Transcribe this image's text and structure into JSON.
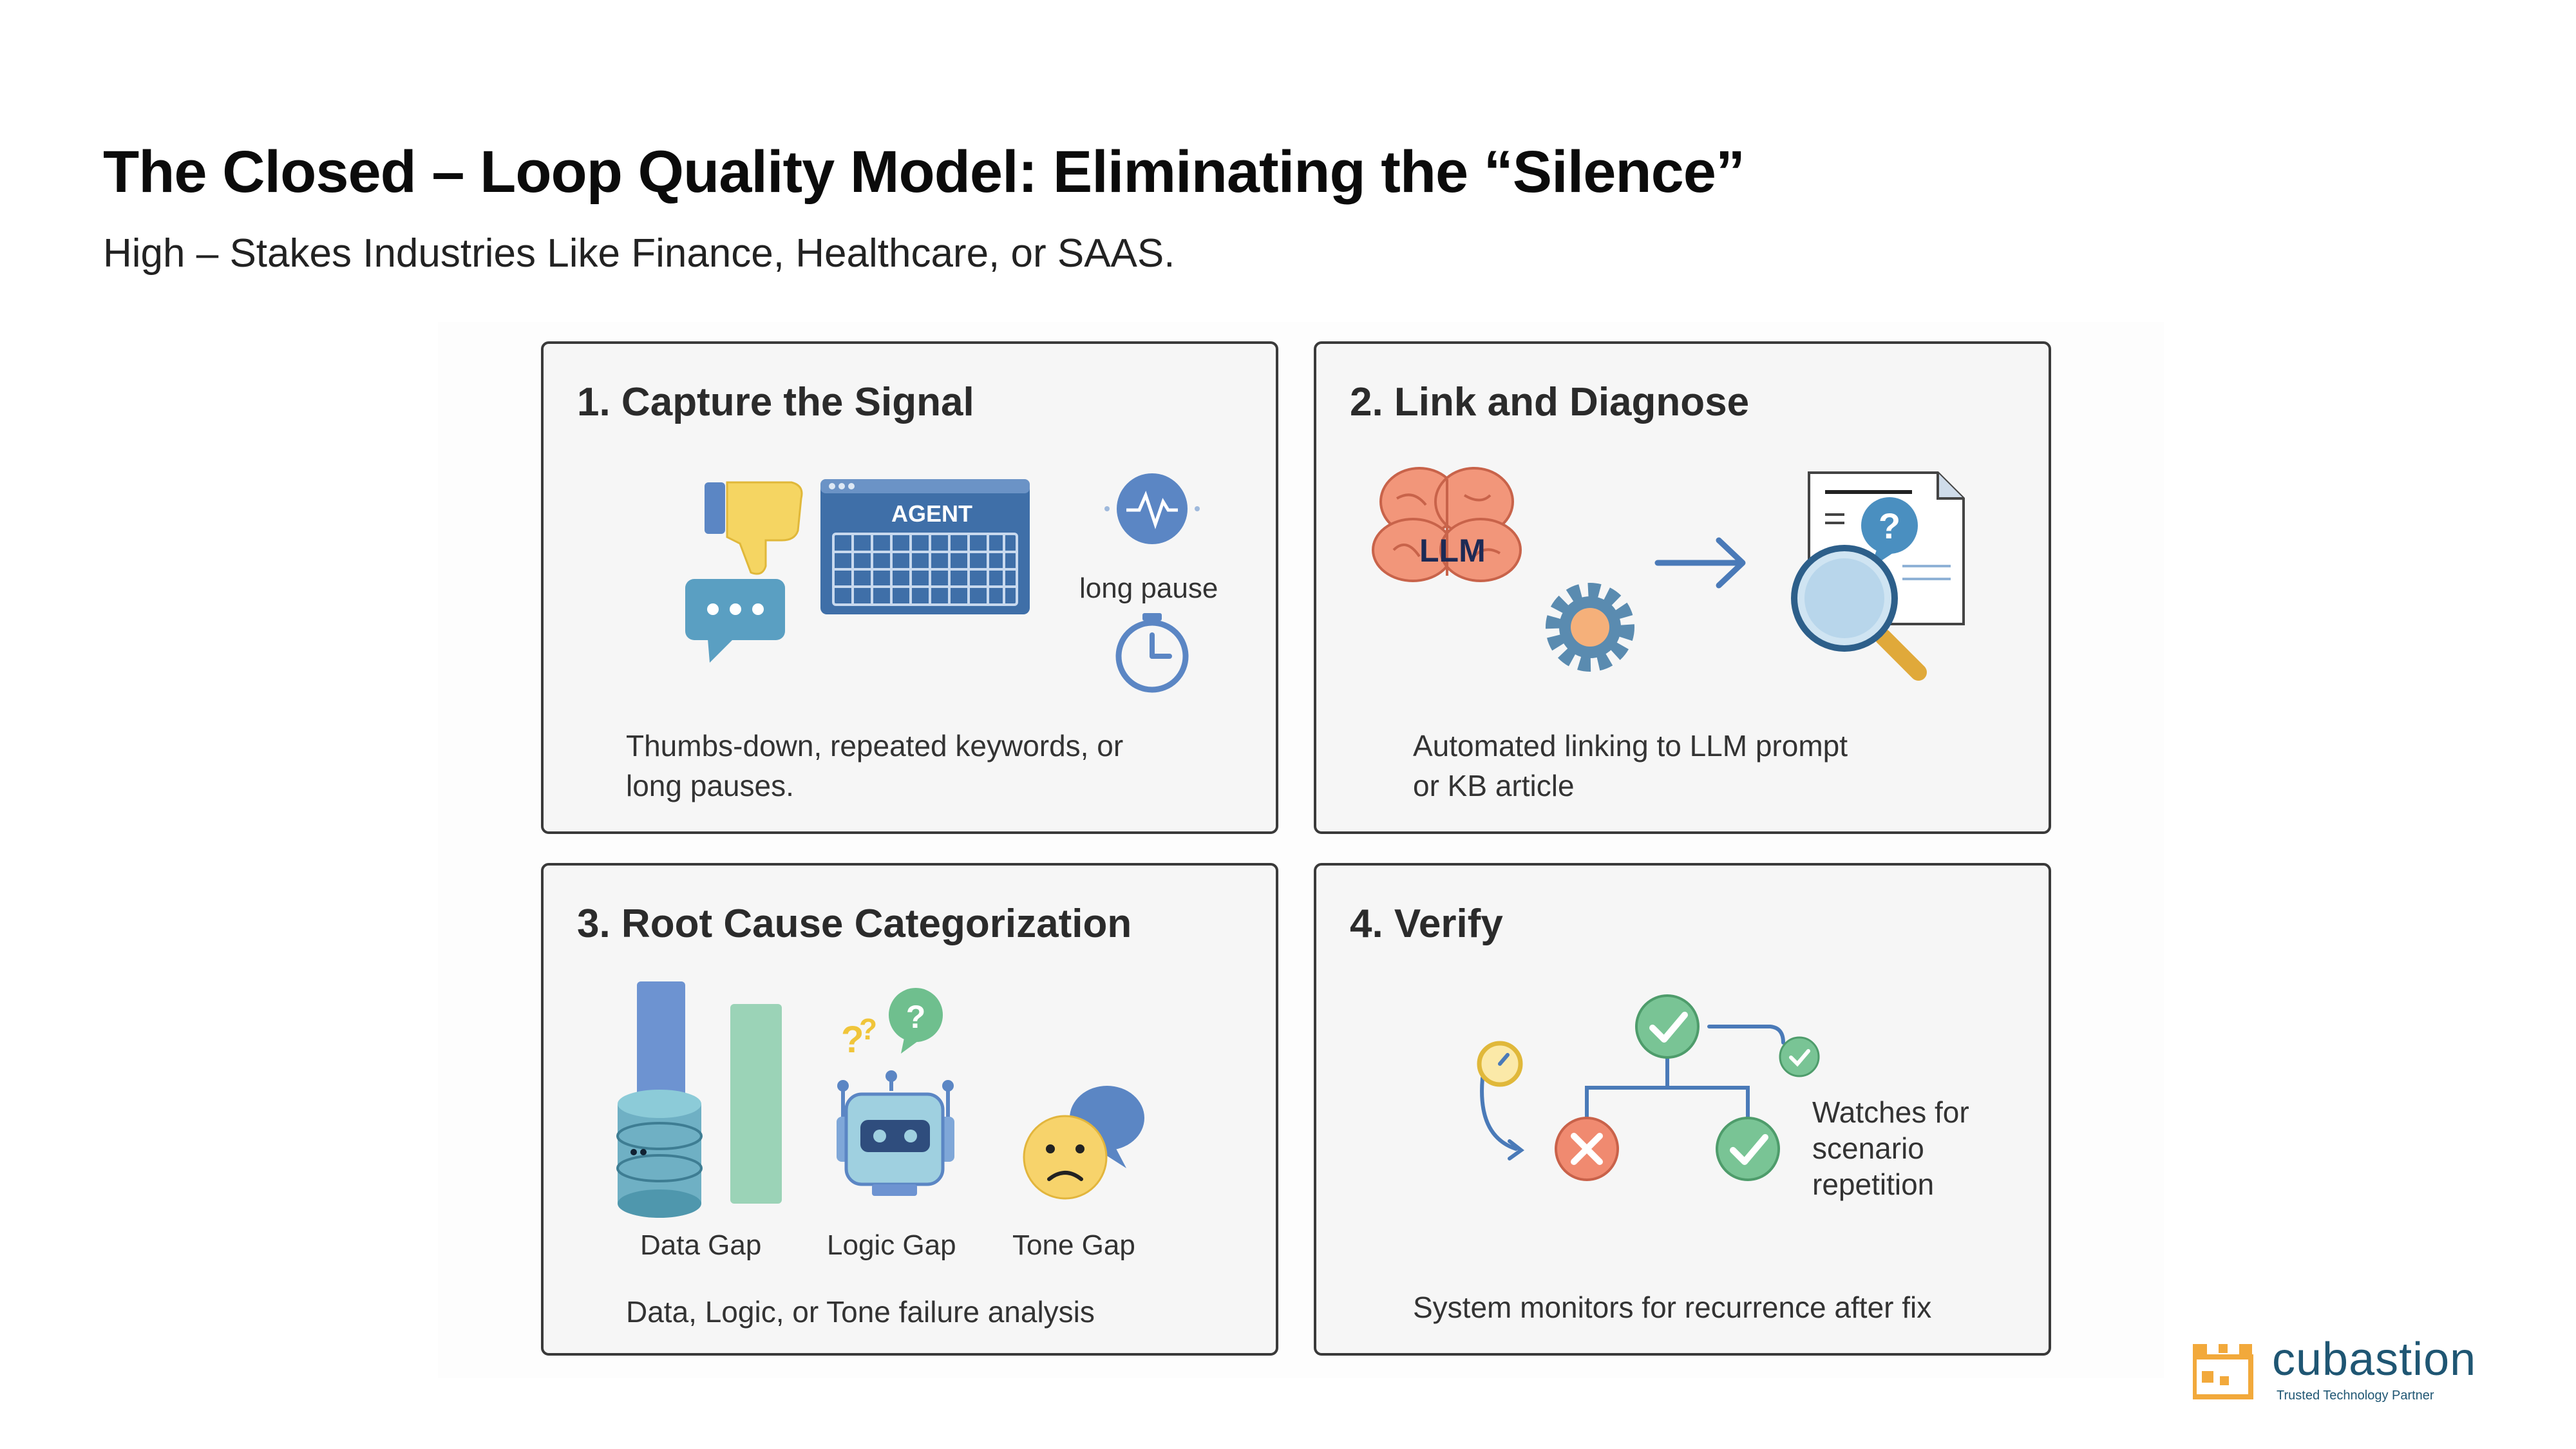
{
  "header": {
    "title": "The Closed – Loop Quality Model: Eliminating the “Silence”",
    "subtitle": "High – Stakes Industries Like Finance, Healthcare, or SAAS."
  },
  "cards": [
    {
      "title": "1. Capture the Signal",
      "agent_label": "AGENT",
      "pause_label": "long pause",
      "description_line1": "Thumbs-down, repeated keywords, or",
      "description_line2": "long pauses."
    },
    {
      "title": "2. Link and Diagnose",
      "llm_label": "LLM",
      "description_line1": "Automated linking to LLM prompt",
      "description_line2": "or KB article"
    },
    {
      "title": "3. Root Cause Categorization",
      "gaps": [
        "Data Gap",
        "Logic Gap",
        "Tone Gap"
      ],
      "description": "Data, Logic, or Tone failure analysis"
    },
    {
      "title": "4. Verify",
      "watch_line1": "Watches for",
      "watch_line2": "scenario",
      "watch_line3": "repetition",
      "description": "System monitors for recurrence after fix"
    }
  ],
  "logo": {
    "name": "cubastion",
    "tagline": "Trusted Technology Partner"
  },
  "colors": {
    "accent_blue": "#4a7ab8",
    "green": "#8cc9a6",
    "red": "#f08a70",
    "yellow": "#f7d36b",
    "logo_orange": "#f2a93b",
    "logo_blue": "#1f5673"
  }
}
